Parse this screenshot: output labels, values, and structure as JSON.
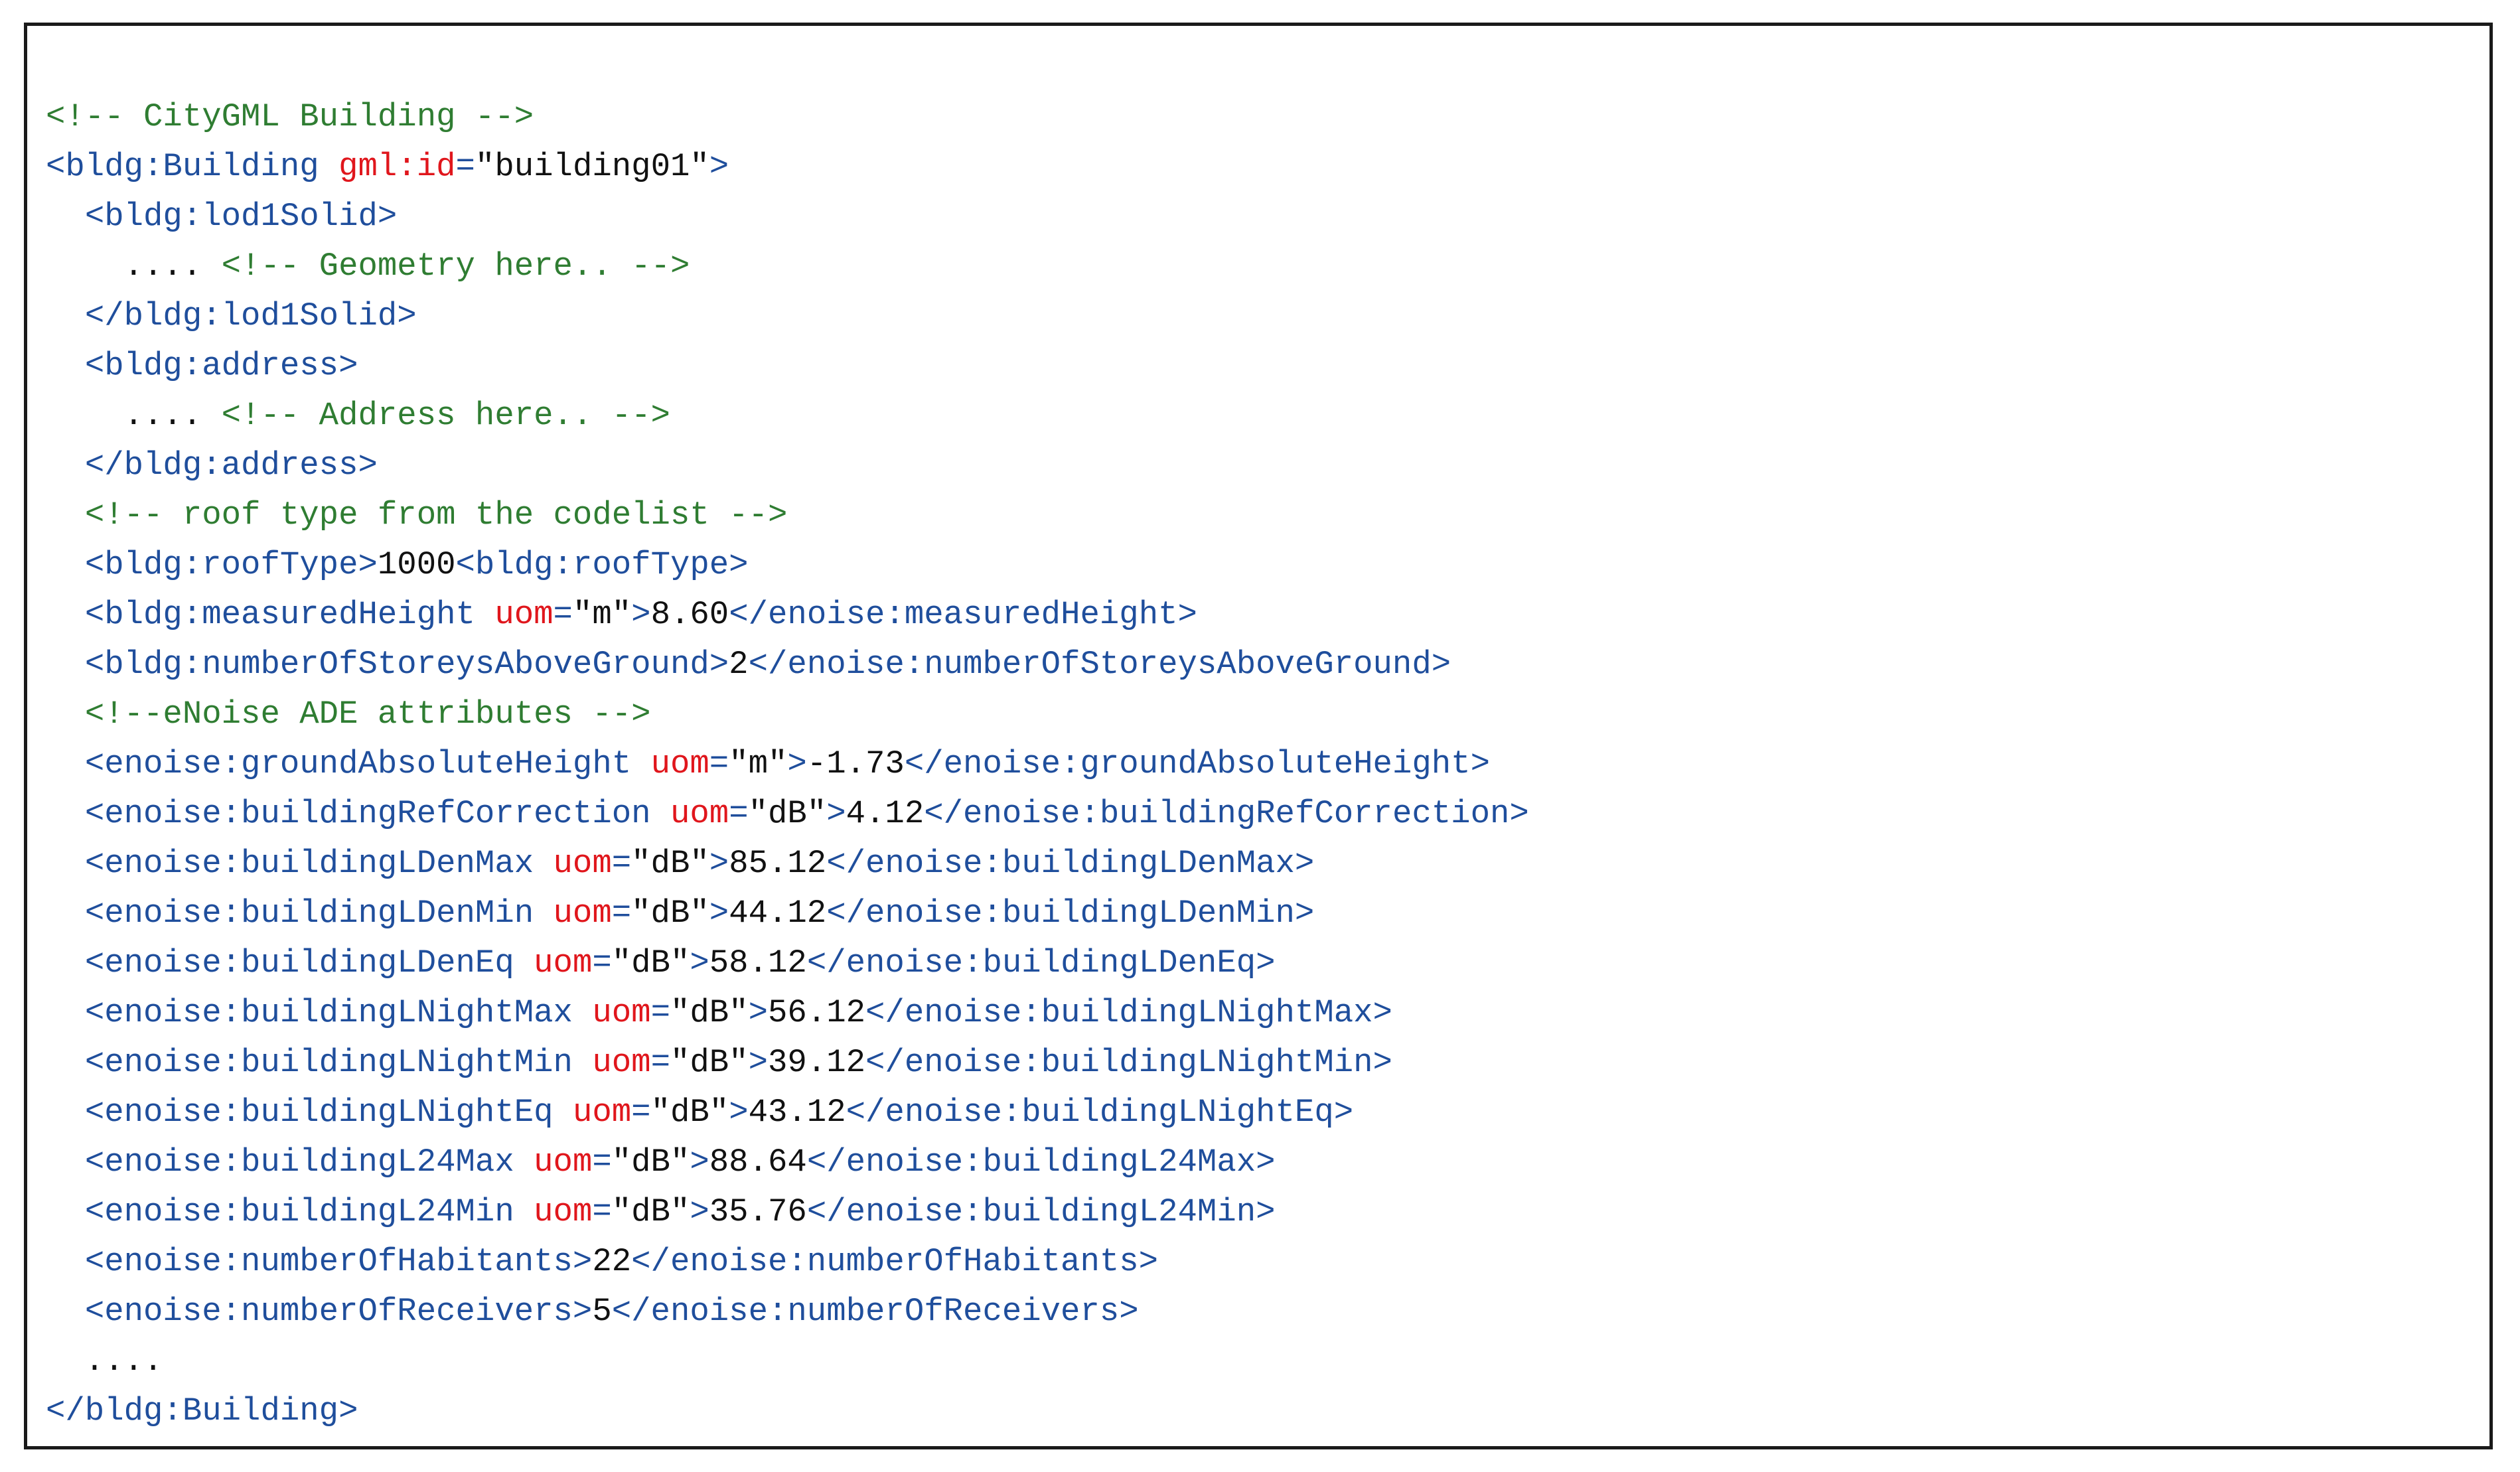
{
  "code_block": {
    "lines": [
      [
        {
          "t": "comment",
          "v": "<!-- CityGML Building -->"
        }
      ],
      [
        {
          "t": "tag",
          "v": "<bldg:Building "
        },
        {
          "t": "attr",
          "v": "gml:id"
        },
        {
          "t": "tag",
          "v": "="
        },
        {
          "t": "str",
          "v": "\"building01\""
        },
        {
          "t": "tag",
          "v": ">"
        }
      ],
      [
        {
          "t": "text",
          "v": "  "
        },
        {
          "t": "tag",
          "v": "<bldg:lod1Solid>"
        }
      ],
      [
        {
          "t": "text",
          "v": "    .... "
        },
        {
          "t": "comment",
          "v": "<!-- Geometry here.. -->"
        }
      ],
      [
        {
          "t": "text",
          "v": "  "
        },
        {
          "t": "tag",
          "v": "</bldg:lod1Solid>"
        }
      ],
      [
        {
          "t": "text",
          "v": "  "
        },
        {
          "t": "tag",
          "v": "<bldg:address>"
        }
      ],
      [
        {
          "t": "text",
          "v": "    .... "
        },
        {
          "t": "comment",
          "v": "<!-- Address here.. -->"
        }
      ],
      [
        {
          "t": "text",
          "v": "  "
        },
        {
          "t": "tag",
          "v": "</bldg:address>"
        }
      ],
      [
        {
          "t": "text",
          "v": "  "
        },
        {
          "t": "comment",
          "v": "<!-- roof type from the codelist -->"
        }
      ],
      [
        {
          "t": "text",
          "v": "  "
        },
        {
          "t": "tag",
          "v": "<bldg:roofType>"
        },
        {
          "t": "text",
          "v": "1000"
        },
        {
          "t": "tag",
          "v": "<bldg:roofType>"
        }
      ],
      [
        {
          "t": "text",
          "v": "  "
        },
        {
          "t": "tag",
          "v": "<bldg:measuredHeight "
        },
        {
          "t": "attr",
          "v": "uom"
        },
        {
          "t": "tag",
          "v": "="
        },
        {
          "t": "str",
          "v": "\"m\""
        },
        {
          "t": "tag",
          "v": ">"
        },
        {
          "t": "text",
          "v": "8.60"
        },
        {
          "t": "tag",
          "v": "</enoise:measuredHeight>"
        }
      ],
      [
        {
          "t": "text",
          "v": "  "
        },
        {
          "t": "tag",
          "v": "<bldg:numberOfStoreysAboveGround>"
        },
        {
          "t": "text",
          "v": "2"
        },
        {
          "t": "tag",
          "v": "</enoise:numberOfStoreysAboveGround>"
        }
      ],
      [
        {
          "t": "text",
          "v": "  "
        },
        {
          "t": "comment",
          "v": "<!--eNoise ADE attributes -->"
        }
      ],
      [
        {
          "t": "text",
          "v": "  "
        },
        {
          "t": "tag",
          "v": "<enoise:groundAbsoluteHeight "
        },
        {
          "t": "attr",
          "v": "uom"
        },
        {
          "t": "tag",
          "v": "="
        },
        {
          "t": "str",
          "v": "\"m\""
        },
        {
          "t": "tag",
          "v": ">"
        },
        {
          "t": "text",
          "v": "-1.73"
        },
        {
          "t": "tag",
          "v": "</enoise:groundAbsoluteHeight>"
        }
      ],
      [
        {
          "t": "text",
          "v": "  "
        },
        {
          "t": "tag",
          "v": "<enoise:buildingRefCorrection "
        },
        {
          "t": "attr",
          "v": "uom"
        },
        {
          "t": "tag",
          "v": "="
        },
        {
          "t": "str",
          "v": "\"dB\""
        },
        {
          "t": "tag",
          "v": ">"
        },
        {
          "t": "text",
          "v": "4.12"
        },
        {
          "t": "tag",
          "v": "</enoise:buildingRefCorrection>"
        }
      ],
      [
        {
          "t": "text",
          "v": "  "
        },
        {
          "t": "tag",
          "v": "<enoise:buildingLDenMax "
        },
        {
          "t": "attr",
          "v": "uom"
        },
        {
          "t": "tag",
          "v": "="
        },
        {
          "t": "str",
          "v": "\"dB\""
        },
        {
          "t": "tag",
          "v": ">"
        },
        {
          "t": "text",
          "v": "85.12"
        },
        {
          "t": "tag",
          "v": "</enoise:buildingLDenMax>"
        }
      ],
      [
        {
          "t": "text",
          "v": "  "
        },
        {
          "t": "tag",
          "v": "<enoise:buildingLDenMin "
        },
        {
          "t": "attr",
          "v": "uom"
        },
        {
          "t": "tag",
          "v": "="
        },
        {
          "t": "str",
          "v": "\"dB\""
        },
        {
          "t": "tag",
          "v": ">"
        },
        {
          "t": "text",
          "v": "44.12"
        },
        {
          "t": "tag",
          "v": "</enoise:buildingLDenMin>"
        }
      ],
      [
        {
          "t": "text",
          "v": "  "
        },
        {
          "t": "tag",
          "v": "<enoise:buildingLDenEq "
        },
        {
          "t": "attr",
          "v": "uom"
        },
        {
          "t": "tag",
          "v": "="
        },
        {
          "t": "str",
          "v": "\"dB\""
        },
        {
          "t": "tag",
          "v": ">"
        },
        {
          "t": "text",
          "v": "58.12"
        },
        {
          "t": "tag",
          "v": "</enoise:buildingLDenEq>"
        }
      ],
      [
        {
          "t": "text",
          "v": "  "
        },
        {
          "t": "tag",
          "v": "<enoise:buildingLNightMax "
        },
        {
          "t": "attr",
          "v": "uom"
        },
        {
          "t": "tag",
          "v": "="
        },
        {
          "t": "str",
          "v": "\"dB\""
        },
        {
          "t": "tag",
          "v": ">"
        },
        {
          "t": "text",
          "v": "56.12"
        },
        {
          "t": "tag",
          "v": "</enoise:buildingLNightMax>"
        }
      ],
      [
        {
          "t": "text",
          "v": "  "
        },
        {
          "t": "tag",
          "v": "<enoise:buildingLNightMin "
        },
        {
          "t": "attr",
          "v": "uom"
        },
        {
          "t": "tag",
          "v": "="
        },
        {
          "t": "str",
          "v": "\"dB\""
        },
        {
          "t": "tag",
          "v": ">"
        },
        {
          "t": "text",
          "v": "39.12"
        },
        {
          "t": "tag",
          "v": "</enoise:buildingLNightMin>"
        }
      ],
      [
        {
          "t": "text",
          "v": "  "
        },
        {
          "t": "tag",
          "v": "<enoise:buildingLNightEq "
        },
        {
          "t": "attr",
          "v": "uom"
        },
        {
          "t": "tag",
          "v": "="
        },
        {
          "t": "str",
          "v": "\"dB\""
        },
        {
          "t": "tag",
          "v": ">"
        },
        {
          "t": "text",
          "v": "43.12"
        },
        {
          "t": "tag",
          "v": "</enoise:buildingLNightEq>"
        }
      ],
      [
        {
          "t": "text",
          "v": "  "
        },
        {
          "t": "tag",
          "v": "<enoise:buildingL24Max "
        },
        {
          "t": "attr",
          "v": "uom"
        },
        {
          "t": "tag",
          "v": "="
        },
        {
          "t": "str",
          "v": "\"dB\""
        },
        {
          "t": "tag",
          "v": ">"
        },
        {
          "t": "text",
          "v": "88.64"
        },
        {
          "t": "tag",
          "v": "</enoise:buildingL24Max>"
        }
      ],
      [
        {
          "t": "text",
          "v": "  "
        },
        {
          "t": "tag",
          "v": "<enoise:buildingL24Min "
        },
        {
          "t": "attr",
          "v": "uom"
        },
        {
          "t": "tag",
          "v": "="
        },
        {
          "t": "str",
          "v": "\"dB\""
        },
        {
          "t": "tag",
          "v": ">"
        },
        {
          "t": "text",
          "v": "35.76"
        },
        {
          "t": "tag",
          "v": "</enoise:buildingL24Min>"
        }
      ],
      [
        {
          "t": "text",
          "v": "  "
        },
        {
          "t": "tag",
          "v": "<enoise:numberOfHabitants>"
        },
        {
          "t": "text",
          "v": "22"
        },
        {
          "t": "tag",
          "v": "</enoise:numberOfHabitants>"
        }
      ],
      [
        {
          "t": "text",
          "v": "  "
        },
        {
          "t": "tag",
          "v": "<enoise:numberOfReceivers>"
        },
        {
          "t": "text",
          "v": "5"
        },
        {
          "t": "tag",
          "v": "</enoise:numberOfReceivers>"
        }
      ],
      [
        {
          "t": "text",
          "v": "  ...."
        }
      ],
      [
        {
          "t": "tag",
          "v": "</bldg:Building>"
        }
      ]
    ]
  },
  "colors": {
    "tag": "#1f4e9c",
    "attribute": "#e0161c",
    "comment": "#2f7d32",
    "text": "#111111"
  }
}
